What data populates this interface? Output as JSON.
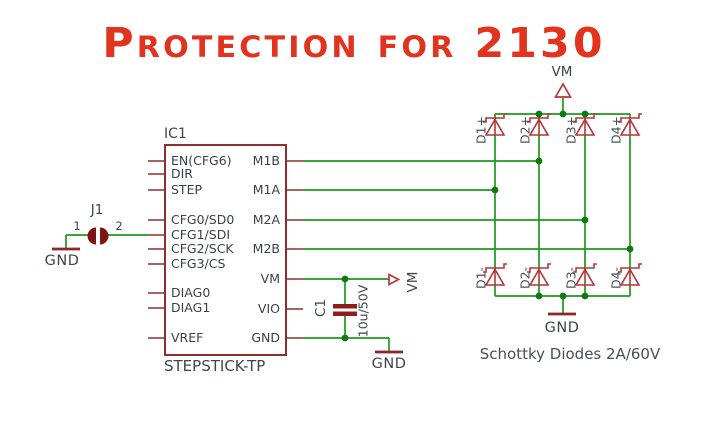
{
  "title": "Protection for 2130",
  "ic": {
    "designator": "IC1",
    "part": "STEPSTICK-TP",
    "left_pins": [
      "EN(CFG6)",
      "DIR",
      "STEP",
      "CFG0/SD0",
      "CFG1/SDI",
      "CFG2/SCK",
      "CFG3/CS",
      "DIAG0",
      "DIAG1",
      "VREF"
    ],
    "right_pins": [
      "M1B",
      "M1A",
      "M2A",
      "M2B",
      "VM",
      "VIO",
      "GND"
    ]
  },
  "connector_j1": {
    "designator": "J1",
    "pin_1": "1",
    "pin_2": "2",
    "gnd_label": "GND"
  },
  "capacitor_c1": {
    "designator": "C1",
    "value": "10u/50V"
  },
  "power": {
    "vm_rail_label": "VM",
    "vm_arrow_label": "VM",
    "ic_gnd_label": "GND",
    "diode_gnd_label": "GND"
  },
  "diode_array": {
    "top_row": [
      "D1+",
      "D2+",
      "D3+",
      "D4+"
    ],
    "bottom_row": [
      "D1-",
      "D2-",
      "D3-",
      "D4-"
    ],
    "caption": "Schottky Diodes 2A/60V"
  },
  "colors": {
    "wire_green": "#1d9a1d",
    "junction_green": "#0c7a0c",
    "component_dark_red": "#8e2828",
    "symbol_red": "#b83838",
    "title_red": "#e2331f",
    "label_gray": "#3c4650"
  }
}
